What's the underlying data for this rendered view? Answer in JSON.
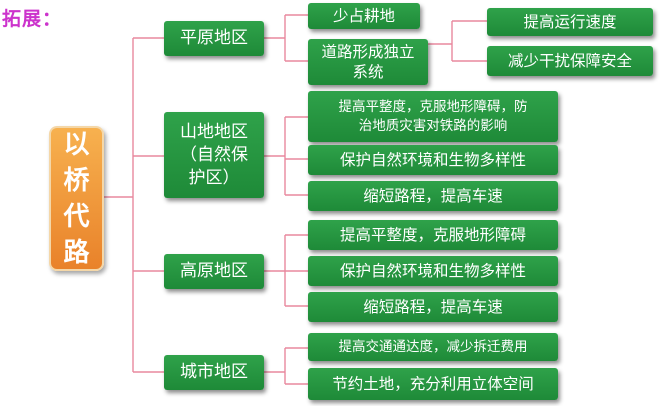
{
  "title": "拓展：",
  "root": {
    "chars": [
      "以",
      "桥",
      "代",
      "路"
    ]
  },
  "regions": [
    {
      "label": "平原地区"
    },
    {
      "label_lines": [
        "山地地区",
        "（自然保",
        "护区）"
      ]
    },
    {
      "label": "高原地区"
    },
    {
      "label": "城市地区"
    }
  ],
  "plain": {
    "leaf1": "少占耕地",
    "leaf2_lines": [
      "道路形成独立",
      "系统"
    ],
    "effect1": "提高运行速度",
    "effect2": "减少干扰保障安全"
  },
  "mountain": {
    "leaf1_lines": [
      "提高平整度，克服地形障碍，防",
      "治地质灾害对铁路的影响"
    ],
    "leaf2": "保护自然环境和生物多样性",
    "leaf3": "缩短路程，提高车速"
  },
  "plateau": {
    "leaf1": "提高平整度，克服地形障碍",
    "leaf2": "保护自然环境和生物多样性",
    "leaf3": "缩短路程，提高车速"
  },
  "city": {
    "leaf1": "提高交通通达度，减少拆迁费用",
    "leaf2": "节约土地，充分利用立体空间"
  },
  "colors": {
    "box_green": "#239640",
    "root_orange": "#f09a3a",
    "connector_pink": "#e8889e",
    "title_magenta": "#cc33cc"
  }
}
